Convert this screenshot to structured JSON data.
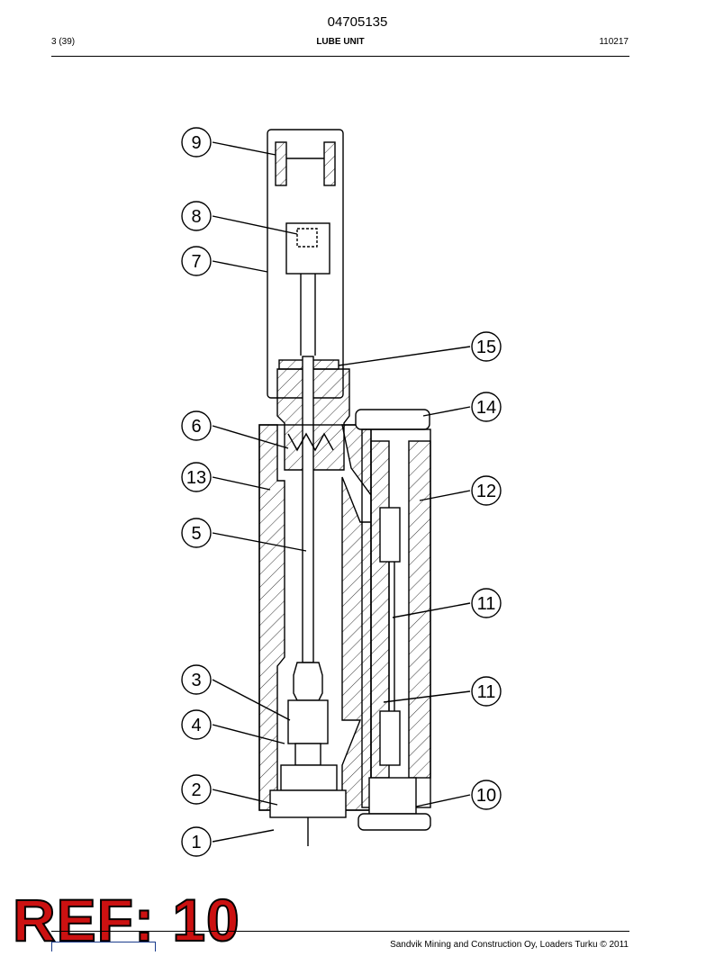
{
  "header": {
    "doc_number": "04705135",
    "page": "3 (39)",
    "title": "LUBE UNIT",
    "date": "110217"
  },
  "drawing": {
    "callouts": [
      "9",
      "8",
      "7",
      "15",
      "14",
      "6",
      "13",
      "12",
      "5",
      "11",
      "11",
      "3",
      "4",
      "2",
      "10",
      "1"
    ]
  },
  "ref_label": "REF: 10",
  "footer": {
    "copyright": "Sandvik Mining and Construction Oy, Loaders Turku © 2011"
  },
  "colors": {
    "ref_text": "#cc1111",
    "line": "#000000"
  }
}
